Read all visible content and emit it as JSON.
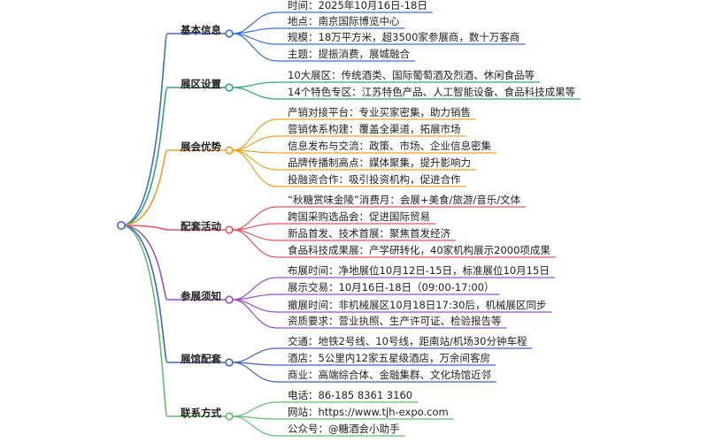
{
  "branches": [
    {
      "label": "基本信息",
      "color": "#3b6fd6",
      "items": [
        "时间：2025年10月16日-18日",
        "地点：南京国际博览中心",
        "规模：18万平方米，超3500家参展商，数十万客商",
        "主题：提振消费，展城融合"
      ]
    },
    {
      "label": "展区设置",
      "color": "#34a37a",
      "items": [
        "10大展区：传统酒类、国际葡萄酒及烈酒、休闲食品等",
        "14个特色专区：江苏特色产品、人工智能设备、食品科技成果等"
      ]
    },
    {
      "label": "展会优势",
      "color": "#f0a224",
      "items": [
        "产销对接平台：专业买家密集，助力销售",
        "营销体系构建：覆盖全渠道，拓展市场",
        "信息发布与交流：政策、市场、企业信息密集",
        "品牌传播制高点：媒体聚集，提升影响力",
        "投融资合作：吸引投资机构，促进合作"
      ]
    },
    {
      "label": "配套活动",
      "color": "#e8555f",
      "items": [
        "“秋糖赏味金陵”消费月：会展+美食/旅游/音乐/文体",
        "跨国采购选品会：促进国际贸易",
        "新品首发、技术首展：聚焦首发经济",
        "食品科技成果展：产学研转化，40家机构展示2000项成果"
      ]
    },
    {
      "label": "参展须知",
      "color": "#9b4fc9",
      "items": [
        "布展时间：净地展位10月12日-15日，标准展位10月15日",
        "展示交易：10月16日-18日（09:00-17:00）",
        "撤展时间：非机械展区10月18日17:30后，机械展区同步",
        "资质要求：营业执照、生产许可证、检验报告等"
      ]
    },
    {
      "label": "展馆配套",
      "color": "#3f62c8",
      "items": [
        "交通：地铁2号线、10号线，距南站/机场30分钟车程",
        "酒店：5公里内12家五星级酒店，万余间客房",
        "商业：高端综合体、金融集群、文化场馆近邻"
      ]
    },
    {
      "label": "联系方式",
      "color": "#5fbf6a",
      "items": [
        "电话：86-185 8361 3160",
        "网站：https://www.tjh-expo.com",
        "公众号：@糖酒会小助手"
      ]
    }
  ]
}
